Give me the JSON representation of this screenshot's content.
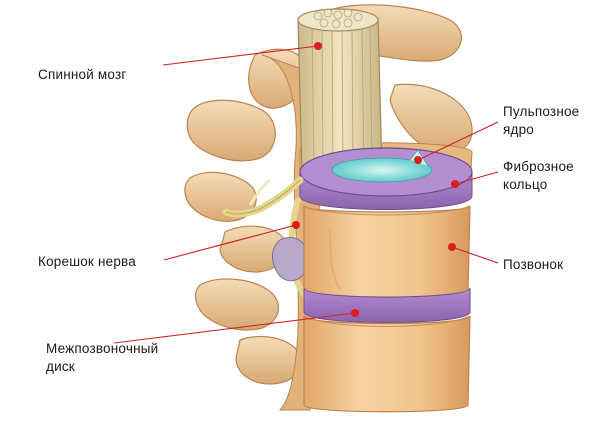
{
  "labels": {
    "spinal_cord": "Спинной мозг",
    "nucleus_line1": "Пульпозное",
    "nucleus_line2": "ядро",
    "annulus_line1": "Фиброзное",
    "annulus_line2": "кольцо",
    "vertebra": "Позвонок",
    "nerve_root": "Корешок нерва",
    "disc_line1": "Межпозвоночный",
    "disc_line2": "диск"
  },
  "colors": {
    "bone": "#e9c79b",
    "bone_shadow": "#c98e55",
    "vertebral_body": "#f0c48c",
    "disc_annulus": "#a47cc4",
    "disc_nucleus": "#6fd0cf",
    "spinal_cord": "#e8dcae",
    "nerve": "#efe39a",
    "leader_line": "#cc2222",
    "marker_dot": "#dd1c1c"
  }
}
